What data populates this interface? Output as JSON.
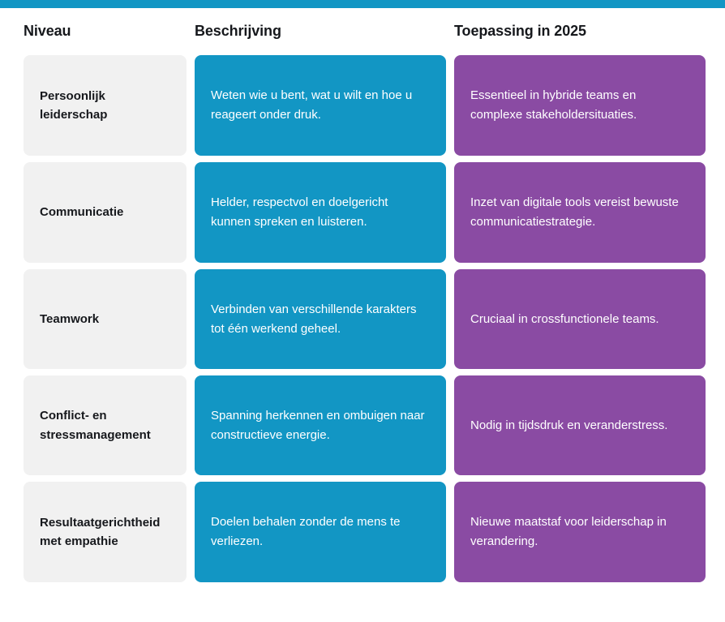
{
  "theme": {
    "accent_bar_color": "#1296c4",
    "level_cell_color": "#f1f1f1",
    "description_cell_color": "#1296c4",
    "application_cell_color": "#8a4ba3",
    "page_background": "#ffffff",
    "heading_text_color": "#16181c"
  },
  "table": {
    "columns": [
      {
        "key": "niveau",
        "label": "Niveau"
      },
      {
        "key": "beschrijving",
        "label": "Beschrijving"
      },
      {
        "key": "toepassing",
        "label": "Toepassing in 2025"
      }
    ],
    "rows": [
      {
        "niveau": "Persoonlijk leiderschap",
        "beschrijving": "Weten wie u bent, wat u wilt en hoe u reageert onder druk.",
        "toepassing": "Essentieel in hybride teams en complexe stakeholdersituaties."
      },
      {
        "niveau": "Communicatie",
        "beschrijving": "Helder, respectvol en doelgericht kunnen spreken en luisteren.",
        "toepassing": "Inzet van digitale tools vereist bewuste communicatiestrategie."
      },
      {
        "niveau": "Teamwork",
        "beschrijving": "Verbinden van verschillende karakters tot één werkend geheel.",
        "toepassing": "Cruciaal in crossfunctionele teams."
      },
      {
        "niveau": "Conflict- en stressmanagement",
        "beschrijving": "Spanning herkennen en ombuigen naar constructieve energie.",
        "toepassing": "Nodig in tijdsdruk en veranderstress."
      },
      {
        "niveau": "Resultaatgerichtheid met empathie",
        "beschrijving": "Doelen behalen zonder de mens te verliezen.",
        "toepassing": "Nieuwe maatstaf voor leiderschap in verandering."
      }
    ]
  }
}
